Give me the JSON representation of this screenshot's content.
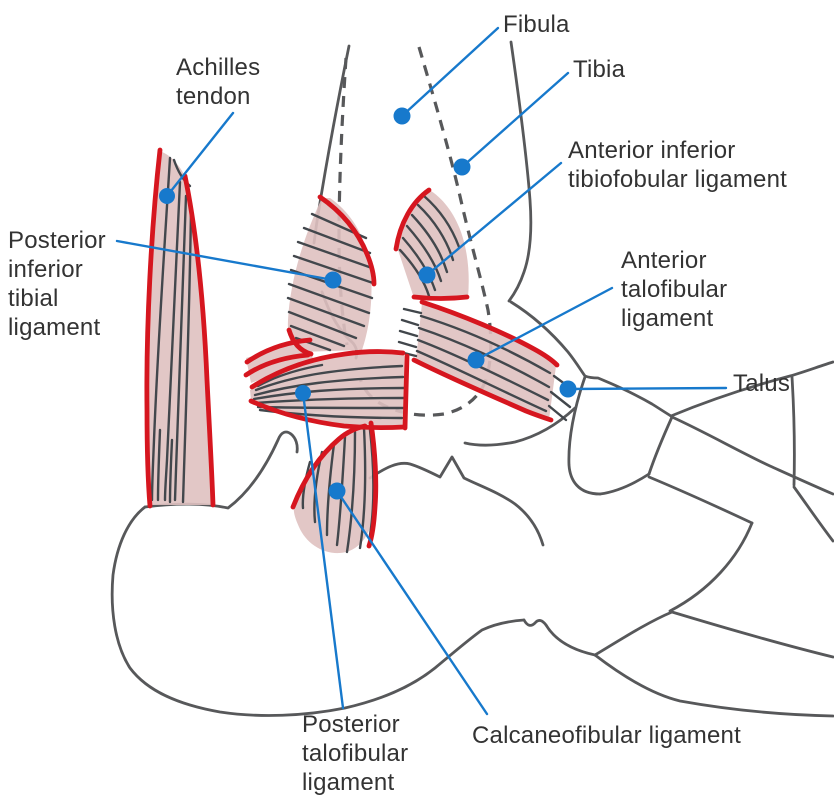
{
  "figure": {
    "title": "Ankle ligaments diagram (lateral view)",
    "labels": {
      "achilles": {
        "l1": "Achilles",
        "l2": "tendon"
      },
      "fibula": {
        "l1": "Fibula"
      },
      "tibia": {
        "l1": "Tibia"
      },
      "ant_inf_tibiofibular": {
        "l1": "Anterior inferior",
        "l2": "tibiofobular ligament"
      },
      "post_inf_tibial": {
        "l1": "Posterior",
        "l2": "inferior",
        "l3": "tibial",
        "l4": "ligament"
      },
      "ant_talofibular": {
        "l1": "Anterior",
        "l2": "talofibular",
        "l3": "ligament"
      },
      "talus": {
        "l1": "Talus"
      },
      "post_talofibular": {
        "l1": "Posterior",
        "l2": "talofibular",
        "l3": "ligament"
      },
      "calcaneofibular": {
        "l1": "Calcaneofibular ligament"
      }
    },
    "colors": {
      "leader_blue": "#1779cc",
      "ligament_red": "#d6161f",
      "ligament_pink": "#dfc1c0",
      "fiber_dark": "#42474c",
      "bone_outline": "#57585a",
      "label_text": "#333333"
    }
  }
}
